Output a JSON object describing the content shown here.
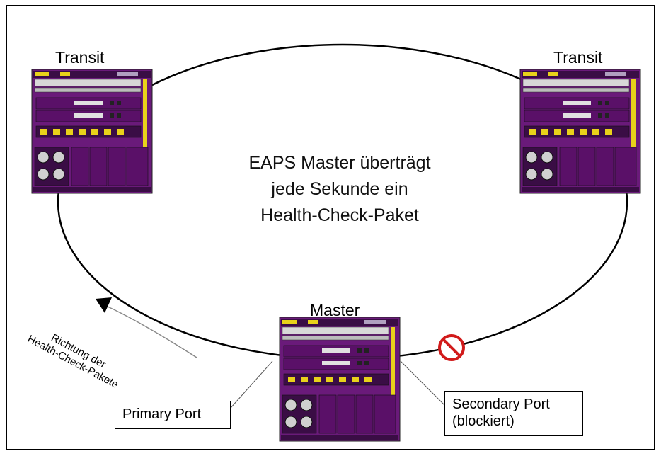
{
  "nodes": {
    "transit_left": {
      "title": "Transit"
    },
    "transit_right": {
      "title": "Transit"
    },
    "master": {
      "title": "Master"
    }
  },
  "center_text": {
    "line1": "EAPS Master überträgt",
    "line2": "jede Sekunde ein",
    "line3": "Health-Check-Paket"
  },
  "direction_label": {
    "line1": "Richtung der",
    "line2": "Health-Check-Pakete"
  },
  "primary_port": {
    "label": "Primary Port"
  },
  "secondary_port": {
    "line1": "Secondary Port",
    "line2": "(blockiert)"
  },
  "colors": {
    "device_purple": "#6a1a7a",
    "device_dark": "#3a0d45",
    "device_yellow": "#e8d21a",
    "blocked_red": "#d11a1a"
  },
  "icons": [
    "device-chassis-icon",
    "blocked-port-icon",
    "direction-arrow-icon"
  ]
}
